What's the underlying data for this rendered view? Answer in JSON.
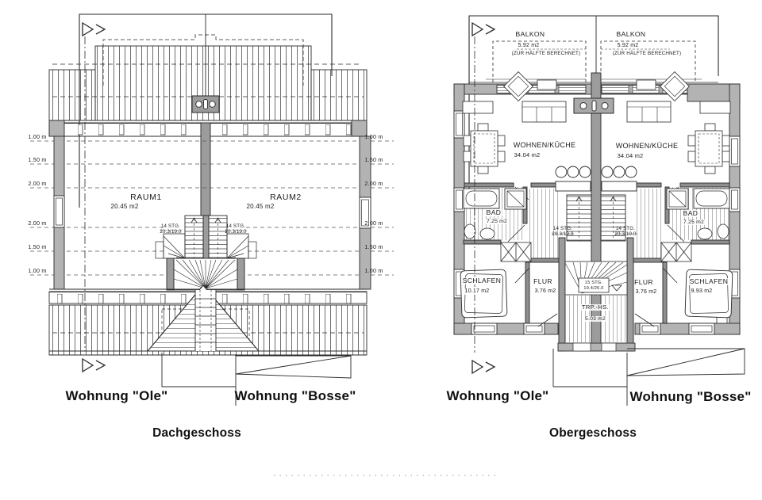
{
  "left_plan": {
    "title": "Dachgeschoss",
    "apartment_left": "Wohnung \"Ole\"",
    "apartment_right": "Wohnung \"Bosse\"",
    "raum1": {
      "name": "RAUM1",
      "area": "20.45 m2"
    },
    "raum2": {
      "name": "RAUM2",
      "area": "20.45 m2"
    },
    "stairs_left": {
      "steps": "14 STG.",
      "dim": "20.3/19.0"
    },
    "stairs_right": {
      "steps": "14 STG.",
      "dim": "20.3/19.0"
    },
    "measurements_left": [
      "1.00 m",
      "1.50 m",
      "2.00 m",
      "2.00 m",
      "1.50 m",
      "1.00 m"
    ],
    "measurements_right": [
      "1.00 m",
      "1.50 m",
      "2.00 m",
      "2.00 m",
      "1.50 m",
      "1.00 m"
    ]
  },
  "right_plan": {
    "title": "Obergeschoss",
    "apartment_left": "Wohnung \"Ole\"",
    "apartment_right": "Wohnung \"Bosse\"",
    "balkon_left": {
      "name": "BALKON",
      "area": "5.92 m2",
      "note": "(ZUR HÄLFTE BERECHNET)"
    },
    "balkon_right": {
      "name": "BALKON",
      "area": "5.92 m2",
      "note": "(ZUR HÄLFTE BERECHNET)"
    },
    "wohnen_left": {
      "name": "WOHNEN/KÜCHE",
      "area": "34.04 m2"
    },
    "wohnen_right": {
      "name": "WOHNEN/KÜCHE",
      "area": "34.04 m2"
    },
    "bad_left": {
      "name": "BAD",
      "area": "7.25 m2"
    },
    "bad_right": {
      "name": "BAD",
      "area": "7.25 m2"
    },
    "schlafen_left": {
      "name": "SCHLAFEN",
      "area": "10.17 m2"
    },
    "schlafen_right": {
      "name": "SCHLAFEN",
      "area": "9.93 m2"
    },
    "flur_left": {
      "name": "FLUR",
      "area": "3.76 m2"
    },
    "flur_right": {
      "name": "FLUR",
      "area": "3.76 m2"
    },
    "stairs_left": {
      "steps": "14 STG.",
      "dim": "20.3/19.0"
    },
    "stairs_right": {
      "steps": "14 STG.",
      "dim": "20.3/19.0"
    },
    "stairs_center": {
      "steps": "15 STG.",
      "dim": "19.4/26.0"
    },
    "treppenhaus": {
      "name": "TRP.-HS.",
      "area": "5.03 m2"
    }
  }
}
